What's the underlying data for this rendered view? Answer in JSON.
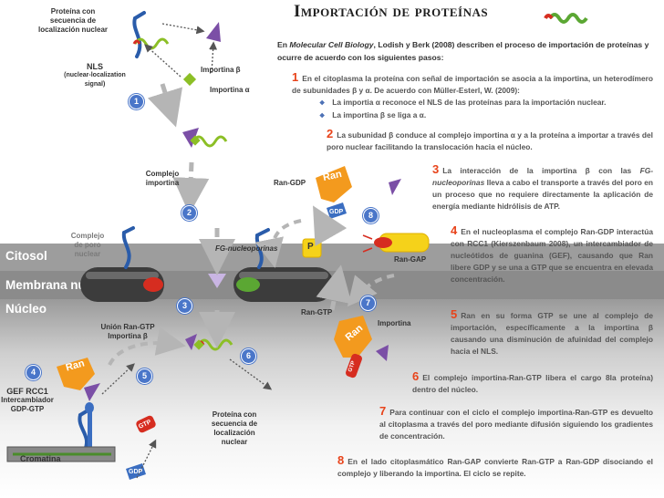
{
  "title": "Importación de proteínas",
  "intro": {
    "prefix": "En ",
    "source": "Molecular Cell Biology",
    "suffix": ", Lodish y Berk (2008) describen el proceso de importación de proteínas y ocurre de acuerdo con los siguientes pasos:"
  },
  "steps": [
    {
      "num": "1",
      "text": "En el citoplasma la proteína con señal de importación se asocia a la importina, un heterodímero de subunidades β y α. De acuerdo con Müller-Esterl, W. (2009):",
      "bullets": [
        "La importia α reconoce el NLS de las proteínas para la importación nuclear.",
        "La importina β se liga a α."
      ]
    },
    {
      "num": "2",
      "text": "La subunidad β conduce al complejo importina α y a la proteína a importar a través del poro nuclear facilitando la translocación hacia el núcleo."
    },
    {
      "num": "3",
      "text_a": "La interacción de la importina β con las ",
      "text_em": "FG-nucleoporinas",
      "text_b": " lleva a cabo el transporte a través del poro en un proceso que no requiere directamente la aplicación de energía mediante hidrólisis de ATP."
    },
    {
      "num": "4",
      "text": "En el nucleoplasma el complejo Ran-GDP interactúa con RCC1 (Kierszenbaum 2008), un intercambiador de nucleótidos de guanina (GEF), causando que Ran libere GDP y se una a GTP que se encuentra en elevada concentración."
    },
    {
      "num": "5",
      "text": "Ran en su forma GTP se une al complejo de importación, específicamente a la importina β causando una disminución de afuinidad del complejo hacia el NLS."
    },
    {
      "num": "6",
      "text": "El complejo importina-Ran-GTP libera el cargo 8la proteína) dentro del núcleo."
    },
    {
      "num": "7",
      "text": "Para continuar con el ciclo el complejo importina-Ran-GTP es devuelto al citoplasma a través del poro mediante difusión siguiendo los gradientes de concentración."
    },
    {
      "num": "8",
      "text": "En el lado citoplasmático Ran-GAP convierte Ran-GTP a Ran-GDP disociando el complejo y liberando la importina. El ciclo se repite."
    }
  ],
  "regions": {
    "citosol": "Citosol",
    "membrana": "Membrana nuclear",
    "nucleo": "Núcleo"
  },
  "labels": {
    "prot_nls_1": "Proteína con",
    "prot_nls_2": "secuencia de",
    "prot_nls_3": "localización nuclear",
    "nls_1": "NLS",
    "nls_2": "(nuclear-localization",
    "nls_3": "signal)",
    "imp_beta": "Importina β",
    "imp_alpha": "Importina α",
    "complejo_1": "Complejo",
    "complejo_2": "importina",
    "complejo_poro_1": "Complejo",
    "complejo_poro_2": "de poro",
    "complejo_poro_3": "nuclear",
    "fg": "FG-nucleoporinas",
    "p": "P",
    "ran_gdp": "Ran-GDP",
    "ran_gap": "Ran-GAP",
    "ran_gtp": "Ran-GTP",
    "importina": "Importina",
    "union_1": "Unión Ran-GTP",
    "union_2": "Importina β",
    "gef_1": "GEF RCC1",
    "gef_2": "Intercambiador",
    "gef_3": "GDP-GTP",
    "prot_sec_1": "Proteína con",
    "prot_sec_2": "secuencia de",
    "prot_sec_3": "localización",
    "prot_sec_4": "nuclear",
    "cromatina": "Cromatina",
    "ran": "Ran",
    "gdp": "GDP",
    "gtp": "GTP"
  },
  "markers": [
    "1",
    "2",
    "3",
    "4",
    "5",
    "6",
    "7",
    "8"
  ],
  "colors": {
    "accent": "#e8431a",
    "marker": "#4a76c9",
    "band": "#8a8a8a",
    "ran": "#f39a1e",
    "alpha_green": "#8cbf26",
    "beta_purple": "#7b4fa6",
    "pore_blue": "#2a5caa",
    "membrane_dark": "#3c3c3c",
    "text_blue": "#4a6fb5"
  }
}
